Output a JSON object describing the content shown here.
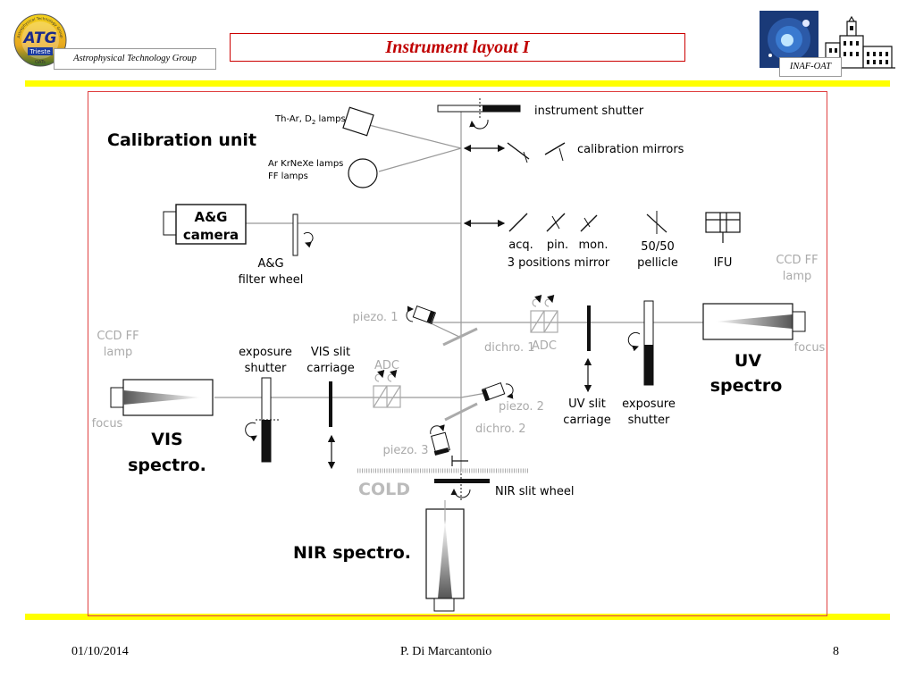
{
  "header": {
    "group_name": "Astrophysical Technology Group",
    "logo_text": {
      "main": "ATG",
      "city": "Trieste",
      "sub": "OATs",
      "ring": "Astrophysical Technology Group"
    },
    "title": "Instrument layout I",
    "inaf_label": "INAF-OAT"
  },
  "diagram": {
    "labels": {
      "instrument_shutter": "instrument shutter",
      "calibration_unit": "Calibration unit",
      "lamps_thar": "Th-Ar, D",
      "lamps_thar_sub": "2",
      "lamps_thar_suffix": " lamps",
      "lamps_ar_1": "Ar KrNeXe lamps",
      "lamps_ar_2": "FF lamps",
      "calibration_mirrors": "calibration mirrors",
      "ag_camera_1": "A&G",
      "ag_camera_2": "camera",
      "ag_filter_1": "A&G",
      "ag_filter_2": "filter wheel",
      "acq": "acq.",
      "pin": "pin.",
      "mon": "mon.",
      "positions_mirror": "3 positions mirror",
      "pellicle_1": "50/50",
      "pellicle_2": "pellicle",
      "ifu": "IFU",
      "ccd_ff_lamp_right_1": "CCD FF",
      "ccd_ff_lamp_right_2": "lamp",
      "focus_right": "focus",
      "uv_spectro_1": "UV",
      "uv_spectro_2": "spectro",
      "piezo1": "piezo. 1",
      "adc_upper": "ADC",
      "dichro1": "dichro. 1",
      "uv_slit_1": "UV slit",
      "uv_slit_2": "carriage",
      "exposure_shutter_uv_1": "exposure",
      "exposure_shutter_uv_2": "shutter",
      "ccd_ff_lamp_left_1": "CCD FF",
      "ccd_ff_lamp_left_2": "lamp",
      "exposure_shutter_vis_1": "exposure",
      "exposure_shutter_vis_2": "shutter",
      "vis_slit_1": "VIS slit",
      "vis_slit_2": "carriage",
      "adc_lower": "ADC",
      "piezo2": "piezo. 2",
      "dichro2": "dichro. 2",
      "focus_left": "focus",
      "vis_spectro_1": "VIS",
      "vis_spectro_2": "spectro.",
      "piezo3": "piezo. 3",
      "cold": "COLD",
      "nir_slit_wheel": "NIR slit wheel",
      "nir_spectro": "NIR spectro."
    }
  },
  "footer": {
    "date": "01/10/2014",
    "author": "P. Di Marcantonio",
    "page": "8"
  }
}
